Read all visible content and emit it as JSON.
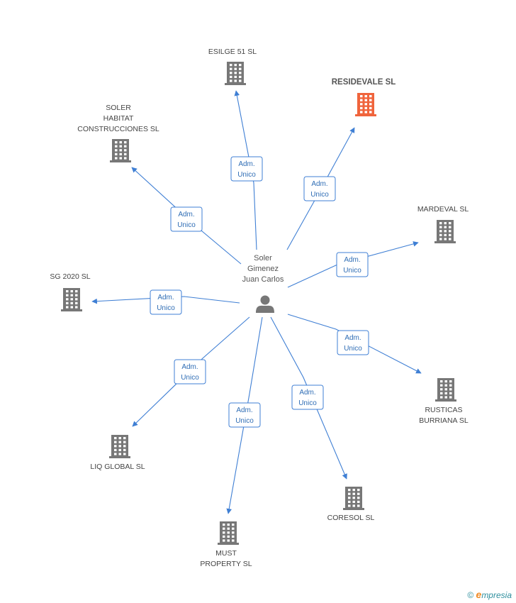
{
  "colors": {
    "edge": "#3f7fd4",
    "building": "#777777",
    "highlight": "#f0643c",
    "person": "#777777"
  },
  "person": {
    "name_lines": [
      "Soler",
      "Gimenez",
      "Juan Carlos"
    ],
    "icon": "person-icon"
  },
  "companies": [
    {
      "id": "esilge",
      "name_lines": [
        "ESILGE 51 SL"
      ],
      "highlight": false,
      "role_lines": [
        "Adm.",
        "Unico"
      ]
    },
    {
      "id": "residevale",
      "name_lines": [
        "RESIDEVALE SL"
      ],
      "highlight": true,
      "role_lines": [
        "Adm.",
        "Unico"
      ]
    },
    {
      "id": "soler-habitat",
      "name_lines": [
        "SOLER",
        "HABITAT",
        "CONSTRUCCIONES SL"
      ],
      "highlight": false,
      "role_lines": [
        "Adm.",
        "Unico"
      ]
    },
    {
      "id": "mardeval",
      "name_lines": [
        "MARDEVAL SL"
      ],
      "highlight": false,
      "role_lines": [
        "Adm.",
        "Unico"
      ]
    },
    {
      "id": "sg2020",
      "name_lines": [
        "SG 2020 SL"
      ],
      "highlight": false,
      "role_lines": [
        "Adm.",
        "Unico"
      ]
    },
    {
      "id": "rusticas",
      "name_lines": [
        "RUSTICAS",
        "BURRIANA SL"
      ],
      "highlight": false,
      "role_lines": [
        "Adm.",
        "Unico"
      ]
    },
    {
      "id": "liq-global",
      "name_lines": [
        "LIQ GLOBAL SL"
      ],
      "highlight": false,
      "role_lines": [
        "Adm.",
        "Unico"
      ]
    },
    {
      "id": "coresol",
      "name_lines": [
        "CORESOL SL"
      ],
      "highlight": false,
      "role_lines": [
        "Adm.",
        "Unico"
      ]
    },
    {
      "id": "must-property",
      "name_lines": [
        "MUST",
        "PROPERTY  SL"
      ],
      "highlight": false,
      "role_lines": [
        "Adm.",
        "Unico"
      ]
    }
  ],
  "footer": {
    "copyright": "©",
    "brand_initial": "e",
    "brand_rest": "mpresia"
  }
}
